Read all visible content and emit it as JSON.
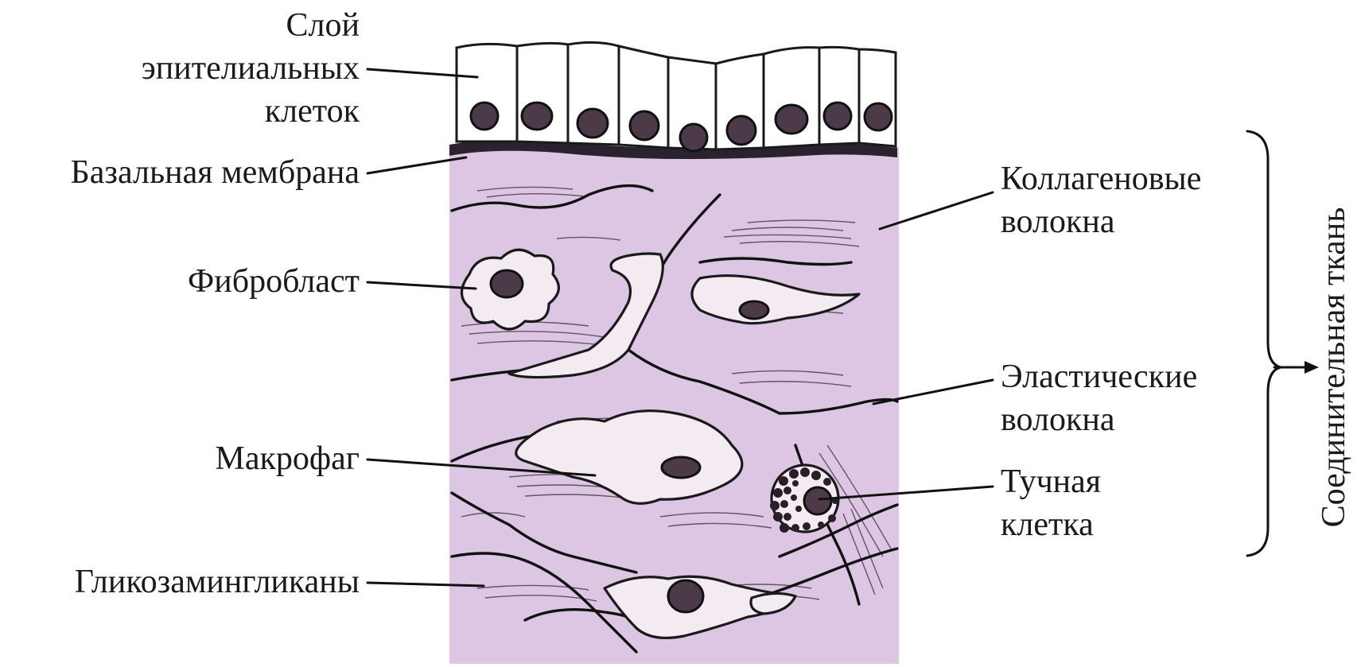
{
  "labels": {
    "epithelium_line1": "Слой",
    "epithelium_line2": "эпителиальных",
    "epithelium_line3": "клеток",
    "basal_membrane": "Базальная мембрана",
    "fibroblast": "Фибробласт",
    "macrophage": "Макрофаг",
    "glycosaminoglycans": "Гликозамингликаны",
    "collagen_line1": "Коллагеновые",
    "collagen_line2": "волокна",
    "elastic_line1": "Эластические",
    "elastic_line2": "волокна",
    "mast_line1": "Тучная",
    "mast_line2": "клетка",
    "connective_tissue": "Соединительная ткань"
  },
  "colors": {
    "tissue_fill": "#dcc6e4",
    "cell_fill": "#ffffff",
    "nucleus_fill": "#4d3a48",
    "basal_membrane": "#2b2230",
    "ink": "#1a1a1a"
  }
}
